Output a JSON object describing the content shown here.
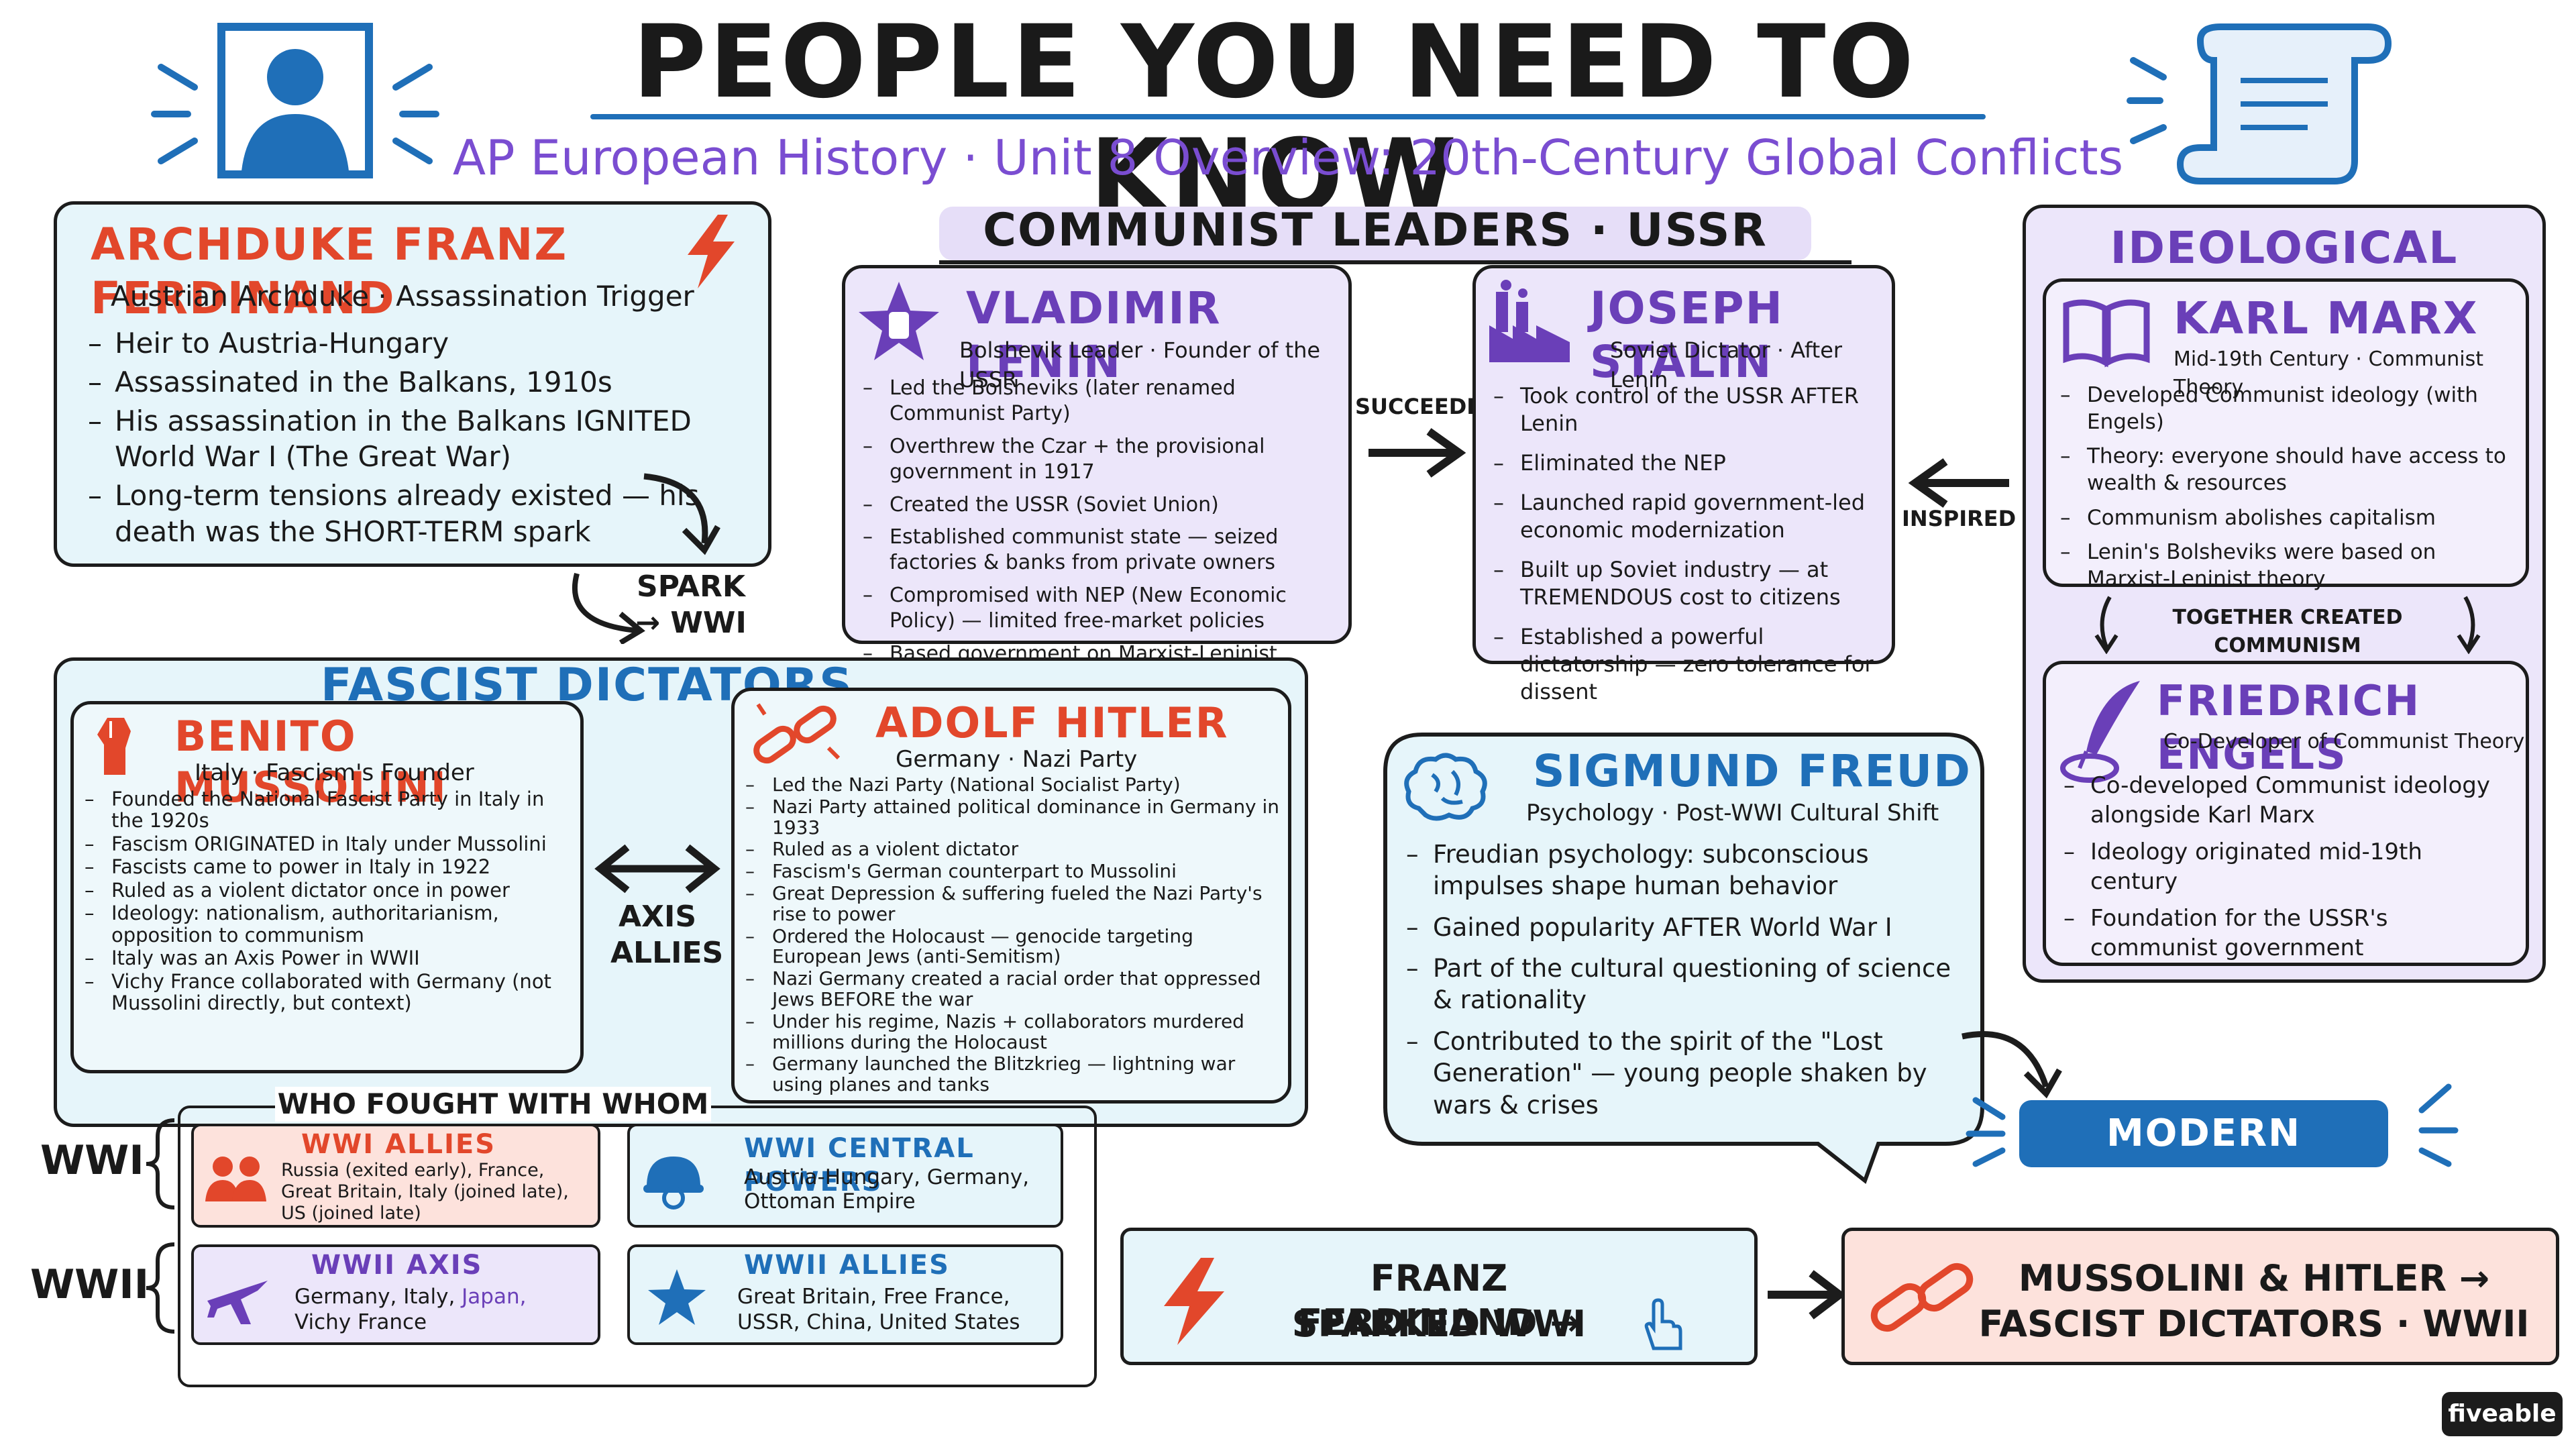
{
  "header": {
    "title": "PEOPLE YOU NEED TO KNOW",
    "subtitle": "AP European History · Unit 8 Overview: 20th-Century Global Conflicts"
  },
  "ferdinand": {
    "name": "ARCHDUKE FRANZ FERDINAND",
    "role": "Austrian Archduke · Assassination Trigger",
    "bullets": [
      "Heir to Austria-Hungary",
      "Assassinated in the Balkans, 1910s",
      "His assassination in the Balkans IGNITED World War I (The Great War)",
      "Long-term tensions already existed — his death was the SHORT-TERM spark"
    ],
    "arrow_label": "SPARK → WWI"
  },
  "communist": {
    "section_title": "COMMUNIST LEADERS · USSR",
    "lenin": {
      "name": "VLADIMIR LENIN",
      "role": "Bolshevik Leader · Founder of the USSR",
      "bullets": [
        "Led the Bolsheviks (later renamed Communist Party)",
        "Overthrew the Czar + the provisional government in 1917",
        "Created the USSR (Soviet Union)",
        "Established communist state — seized factories & banks from private owners",
        "Compromised with NEP (New Economic Policy) — limited free-market policies",
        "Based government on Marxist-Leninist theory"
      ]
    },
    "succeeded_label": "SUCCEEDED",
    "stalin": {
      "name": "JOSEPH STALIN",
      "role": "Soviet Dictator · After Lenin",
      "bullets": [
        "Took control of the USSR AFTER Lenin",
        "Eliminated the NEP",
        "Launched rapid government-led economic modernization",
        "Built up Soviet industry — at TREMENDOUS cost to citizens",
        "Established a powerful dictatorship — zero tolerance for dissent"
      ]
    },
    "inspired_label": "INSPIRED"
  },
  "ideological": {
    "section_title": "IDEOLOGICAL ROOTS",
    "marx": {
      "name": "KARL MARX",
      "role": "Mid-19th Century · Communist Theory",
      "bullets": [
        "Developed Communist ideology (with Engels)",
        "Theory: everyone should have access to wealth & resources",
        "Communism abolishes capitalism",
        "Lenin's Bolsheviks were based on Marxist-Leninist theory"
      ]
    },
    "together_label": "TOGETHER CREATED COMMUNISM",
    "engels": {
      "name": "FRIEDRICH ENGELS",
      "role": "Co-Developer of Communist Theory",
      "bullets": [
        "Co-developed Communist ideology alongside Karl Marx",
        "Ideology originated mid-19th century",
        "Foundation for the USSR's communist government"
      ]
    }
  },
  "fascist": {
    "section_title": "FASCIST DICTATORS",
    "mussolini": {
      "name": "BENITO MUSSOLINI",
      "role": "Italy · Fascism's Founder",
      "bullets": [
        "Founded the National Fascist Party in Italy in the 1920s",
        "Fascism ORIGINATED in Italy under Mussolini",
        "Fascists came to power in Italy in 1922",
        "Ruled as a violent dictator once in power",
        "Ideology: nationalism, authoritarianism, opposition to communism",
        "Italy was an Axis Power in WWII",
        "Vichy France collaborated with Germany (not Mussolini directly, but context)"
      ]
    },
    "axis_label": "AXIS ALLIES",
    "hitler": {
      "name": "ADOLF HITLER",
      "role": "Germany · Nazi Party",
      "bullets": [
        "Led the Nazi Party (National Socialist Party)",
        "Nazi Party attained political dominance in Germany in 1933",
        "Ruled as a violent dictator",
        "Fascism's German counterpart to Mussolini",
        "Great Depression & suffering fueled the Nazi Party's rise to power",
        "Ordered the Holocaust — genocide targeting European Jews (anti-Semitism)",
        "Nazi Germany created a racial order that oppressed Jews BEFORE the war",
        "Under his regime, Nazis + collaborators murdered millions during the Holocaust",
        "Germany launched the Blitzkrieg — lightning war using planes and tanks"
      ]
    }
  },
  "freud": {
    "name": "SIGMUND FREUD",
    "role": "Psychology · Post-WWI Cultural Shift",
    "bullets": [
      "Freudian psychology: subconscious impulses shape human behavior",
      "Gained popularity AFTER World War I",
      "Part of the cultural questioning of science & rationality",
      "Contributed to the spirit of the \"Lost Generation\" — young people shaken by wars & crises"
    ],
    "modern_culture_label": "MODERN CULTURE"
  },
  "who_fought": {
    "title": "WHO FOUGHT WITH WHOM",
    "wwi_label": "WWI",
    "wwii_label": "WWII",
    "wwi_allies": {
      "title": "WWI ALLIES",
      "text": "Russia (exited early), France, Great Britain, Italy (joined late), US (joined late)"
    },
    "wwi_central": {
      "title": "WWI CENTRAL POWERS",
      "text": "Austria-Hungary, Germany, Ottoman Empire"
    },
    "wwii_axis": {
      "title": "WWII AXIS",
      "text_a": "Germany, Italy, ",
      "text_b": "Japan,",
      "text_c": "Vichy France"
    },
    "wwii_allies": {
      "title": "WWII ALLIES",
      "text": "Great Britain, Free France, USSR, China, United States"
    }
  },
  "summary": {
    "left_line1": "FRANZ FERDINAND →",
    "left_line2": "SPARKED WWI",
    "right_line1": "MUSSOLINI & HITLER →",
    "right_line2": "FASCIST DICTATORS · WWII"
  },
  "brand": "fiveable",
  "colors": {
    "red": "#e2472b",
    "purple": "#6a3fb8",
    "blue": "#1f6fb8",
    "dark_blue_banner": "#1f6fb8"
  }
}
